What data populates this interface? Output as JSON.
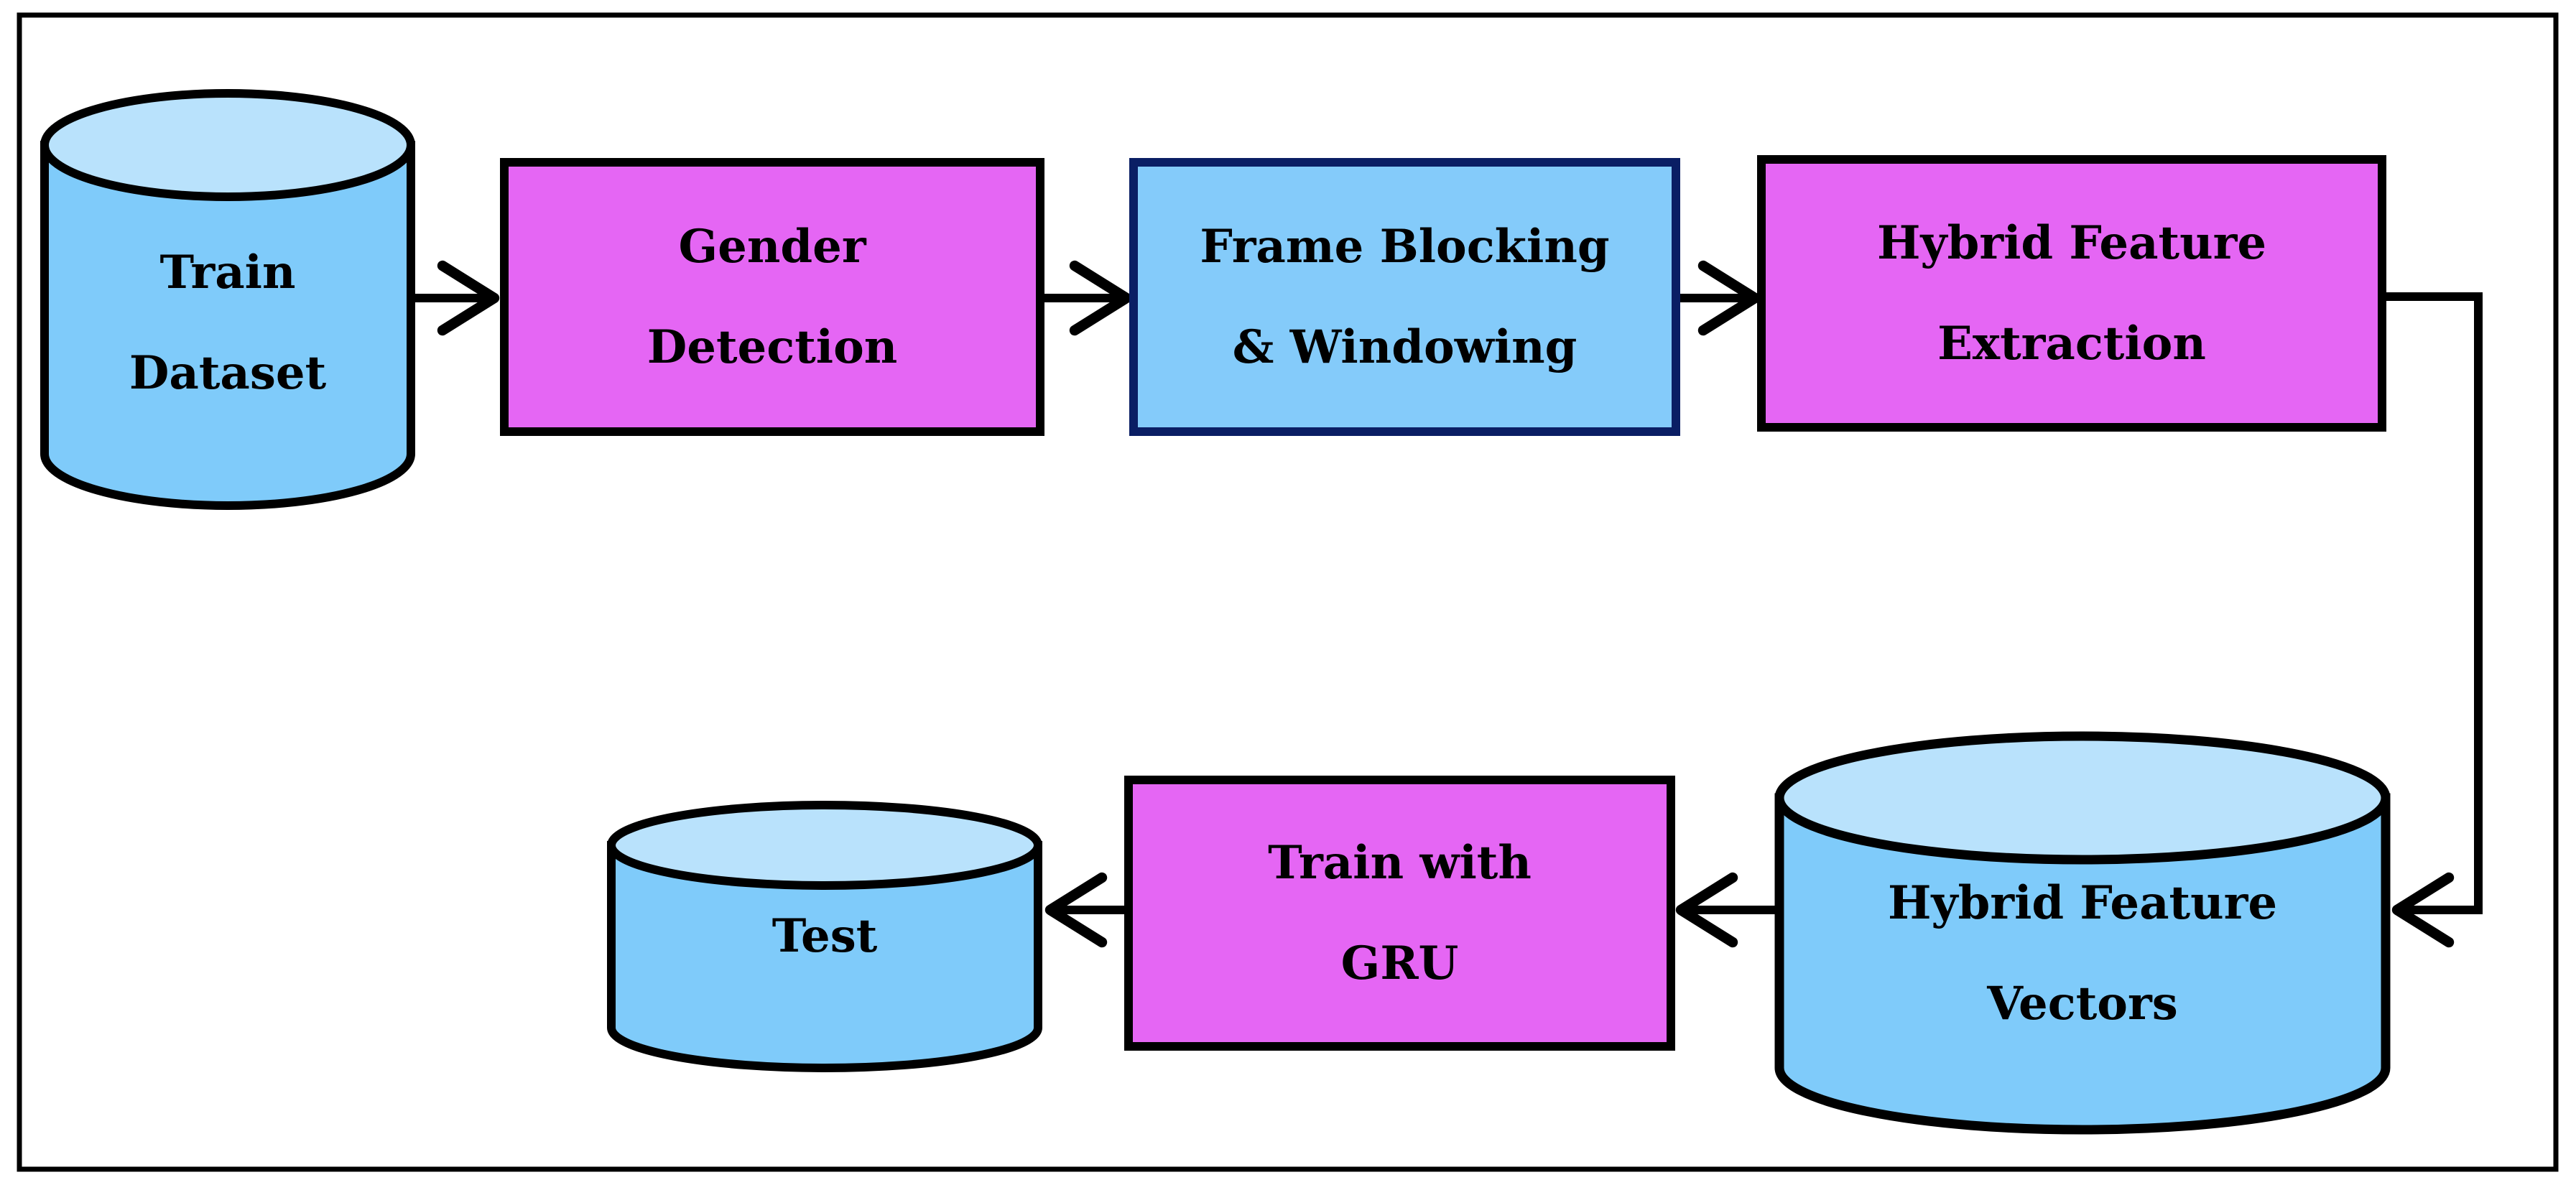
{
  "colors": {
    "background": "#FFFFFF",
    "outline_black": "#000000",
    "navy_border": "#0A1E64",
    "cylinder_body": "#7FCBFA",
    "cylinder_top": "#B9E2FC",
    "magenta_fill": "#E566F4",
    "blue_box_fill": "#84CBFA",
    "text": "#000000"
  },
  "nodes": {
    "train_dataset": {
      "shape": "cylinder",
      "line1": "Train",
      "line2": "Dataset"
    },
    "gender_detection": {
      "shape": "rect",
      "line1": "Gender",
      "line2": "Detection"
    },
    "frame_blocking": {
      "shape": "rect",
      "line1": "Frame Blocking",
      "line2": "& Windowing"
    },
    "hybrid_feature_extraction": {
      "shape": "rect",
      "line1": "Hybrid Feature",
      "line2": "Extraction"
    },
    "hybrid_feature_vectors": {
      "shape": "cylinder",
      "line1": "Hybrid Feature",
      "line2": "Vectors"
    },
    "train_with_gru": {
      "shape": "rect",
      "line1": "Train with",
      "line2": "GRU"
    },
    "test": {
      "shape": "cylinder",
      "line1": "Test"
    }
  },
  "edges": [
    {
      "from": "train_dataset",
      "to": "gender_detection"
    },
    {
      "from": "gender_detection",
      "to": "frame_blocking"
    },
    {
      "from": "frame_blocking",
      "to": "hybrid_feature_extraction"
    },
    {
      "from": "hybrid_feature_extraction",
      "to": "hybrid_feature_vectors"
    },
    {
      "from": "hybrid_feature_vectors",
      "to": "train_with_gru"
    },
    {
      "from": "train_with_gru",
      "to": "test"
    }
  ]
}
